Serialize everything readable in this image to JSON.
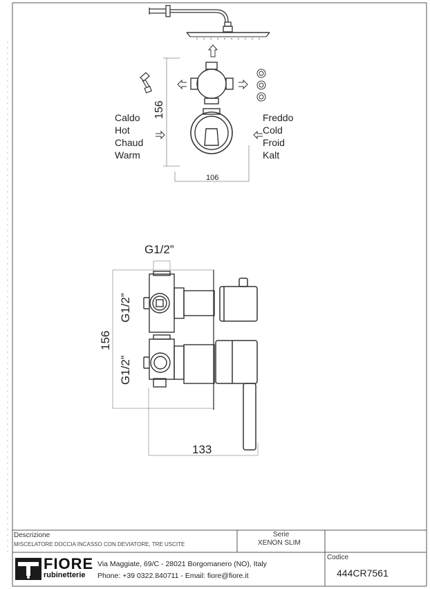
{
  "top_view": {
    "labels_left": [
      "Caldo",
      "Hot",
      "Chaud",
      "Warm"
    ],
    "labels_right": [
      "Freddo",
      "Cold",
      "Froid",
      "Kalt"
    ],
    "dim_height": "156",
    "dim_width": "106"
  },
  "side_view": {
    "thread_top": "G1/2”",
    "thread_upper": "G1/2”",
    "thread_lower": "G1/2”",
    "dim_height": "156",
    "dim_depth": "133"
  },
  "title_block": {
    "descrizione_label": "Descrizione",
    "descrizione_value": "MISCELATORE DOCCIA INCASSO CON DEVIATORE, TRE USCITE",
    "serie_label": "Serie",
    "serie_value": "XENON SLIM",
    "logo_text_top": "FIORE",
    "logo_text_bottom": "rubinetterie",
    "address": "Via Maggiate, 69/C - 28021 Borgomanero (NO), Italy",
    "contact": "Phone: +39 0322.840711 - Email: fiore@fiore.it",
    "codice_label": "Codice",
    "codice_value": "444CR7561"
  }
}
